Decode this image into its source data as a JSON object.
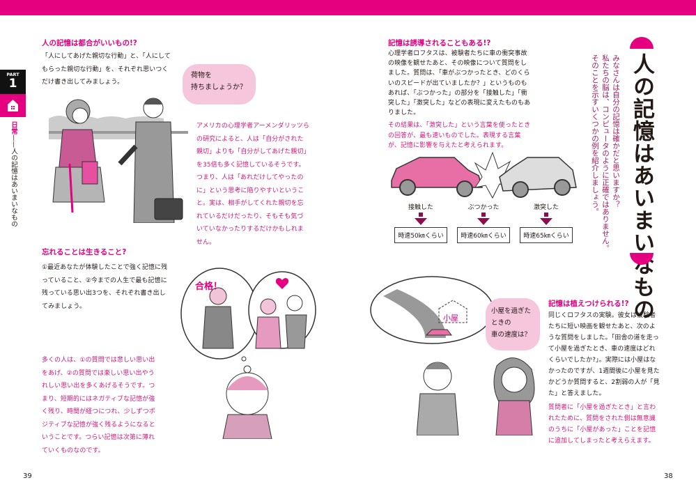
{
  "colors": {
    "accent": "#e4007f",
    "text": "#231815",
    "bubble": "#f5c6dc"
  },
  "side_tab": {
    "part_label": "PART",
    "part_number": "1",
    "icon": "house-icon",
    "category": "日常",
    "title": "——人の記憶はあいまいなもの"
  },
  "chapter": {
    "title": "人の記憶はあいまいなもの",
    "lead": [
      "みなさんは自分の記憶は確かだと思いますか？",
      "私たちの脳は、コンピュータのように正確ではありません。",
      "そのことを示すいくつかの例を紹介しましょう。"
    ]
  },
  "section1": {
    "heading": "人の記憶は都合がいいもの!?",
    "body": "「人にしてあげた親切な行動」と、「人にしてもらった親切な行動」を、それぞれ思いつくだけ書き出してみましょう。",
    "bubble": [
      "荷物を",
      "持ちましょうか？"
    ],
    "note": "アメリカの心理学者アーメンダリッツらの研究によると、人は「自分がされた親切」よりも「自分がしてあげた親切」を35倍も多く記憶しているそうです。つまり、人は「あれだけしてやったのに」という思考に陥りやすいということ。実は、相手がしてくれた親切を忘れているだけだったり、そもそも気づいていなかったりするだけかもしれません。"
  },
  "section2": {
    "heading": "忘れることは生きること?",
    "body": "①最近あなたが体験したことで強く記憶に残っていること、②今までの人生で最も記憶に残っている思い出3つを、それぞれ書き出してみましょう。",
    "illustration_text": "合格！",
    "note": "多くの人は、①の質問では悲しい思い出をあげ、②の質問では楽しい思い出やうれしい思い出を多くあげるそうです。つまり、短期的にはネガティブな記憶が強く残り、時間が経つにつれ、少しずつポジティブな記憶が強く残るようになるということです。つらい記憶は次第に薄れていくものなのです。"
  },
  "section3": {
    "heading": "記憶は誘導されることもある!?",
    "body": "心理学者ロフタスは、被験者たちに車の衝突事故の映像を観せたあと、その映像について質問をしました。質問は、「車がぶつかったとき、どのくらいのスピードが出ていましたか？」というものもあれば、「ぶつかった」の部分を「接触した」「衝突した」「激突した」などの表現に変えたものもありました。",
    "note": "その結果は、「激突した」という言葉を使ったときの回答が、最も速いものでした。表現する言葉が、記憶に影響を与えたと考えられます。",
    "speeds": [
      {
        "label": "接触した",
        "value": "時速50㎞くらい"
      },
      {
        "label": "ぶつかった",
        "value": "時速60㎞くらい"
      },
      {
        "label": "激突した",
        "value": "時速65㎞くらい"
      }
    ]
  },
  "section4": {
    "heading": "記憶は植えつけられる!?",
    "bubble": [
      "小屋を過ぎた",
      "ときの",
      "車の速度は？"
    ],
    "illustration_text": "小屋",
    "body": "同じくロフタスの実験。彼女は被験者たちに短い映画を観せたあと、次のような質問をしました。「田舎の道を走って小屋を過ぎたとき、車の速度はどれくらいでしたか?」。実際には小屋はなかったのですが、1週間後に小屋を見たかどうか質問すると、2割弱の人が「見た」と答えました。",
    "note": "質問者に「小屋を過ぎたとき」と言われたために、質問をされた側は無意識のうちに「小屋があった」ことを記憶に追加してしまったと考えらえます。"
  },
  "page_numbers": {
    "left": "39",
    "right": "38"
  }
}
